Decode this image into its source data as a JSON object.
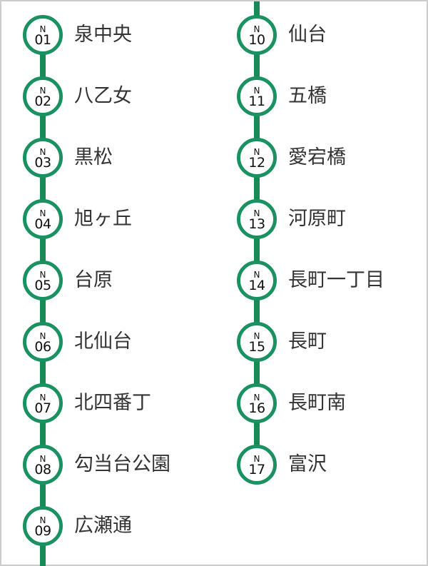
{
  "line": {
    "color": "#1a9160",
    "code": "N"
  },
  "columns": [
    {
      "stations": [
        {
          "letter": "N",
          "number": "01",
          "name": "泉中央"
        },
        {
          "letter": "N",
          "number": "02",
          "name": "八乙女"
        },
        {
          "letter": "N",
          "number": "03",
          "name": "黒松"
        },
        {
          "letter": "N",
          "number": "04",
          "name": "旭ヶ丘"
        },
        {
          "letter": "N",
          "number": "05",
          "name": "台原"
        },
        {
          "letter": "N",
          "number": "06",
          "name": "北仙台"
        },
        {
          "letter": "N",
          "number": "07",
          "name": "北四番丁"
        },
        {
          "letter": "N",
          "number": "08",
          "name": "勾当台公園"
        },
        {
          "letter": "N",
          "number": "09",
          "name": "広瀬通"
        }
      ]
    },
    {
      "stations": [
        {
          "letter": "N",
          "number": "10",
          "name": "仙台"
        },
        {
          "letter": "N",
          "number": "11",
          "name": "五橋"
        },
        {
          "letter": "N",
          "number": "12",
          "name": "愛宕橋"
        },
        {
          "letter": "N",
          "number": "13",
          "name": "河原町"
        },
        {
          "letter": "N",
          "number": "14",
          "name": "長町一丁目"
        },
        {
          "letter": "N",
          "number": "15",
          "name": "長町"
        },
        {
          "letter": "N",
          "number": "16",
          "name": "長町南"
        },
        {
          "letter": "N",
          "number": "17",
          "name": "富沢"
        }
      ]
    }
  ]
}
